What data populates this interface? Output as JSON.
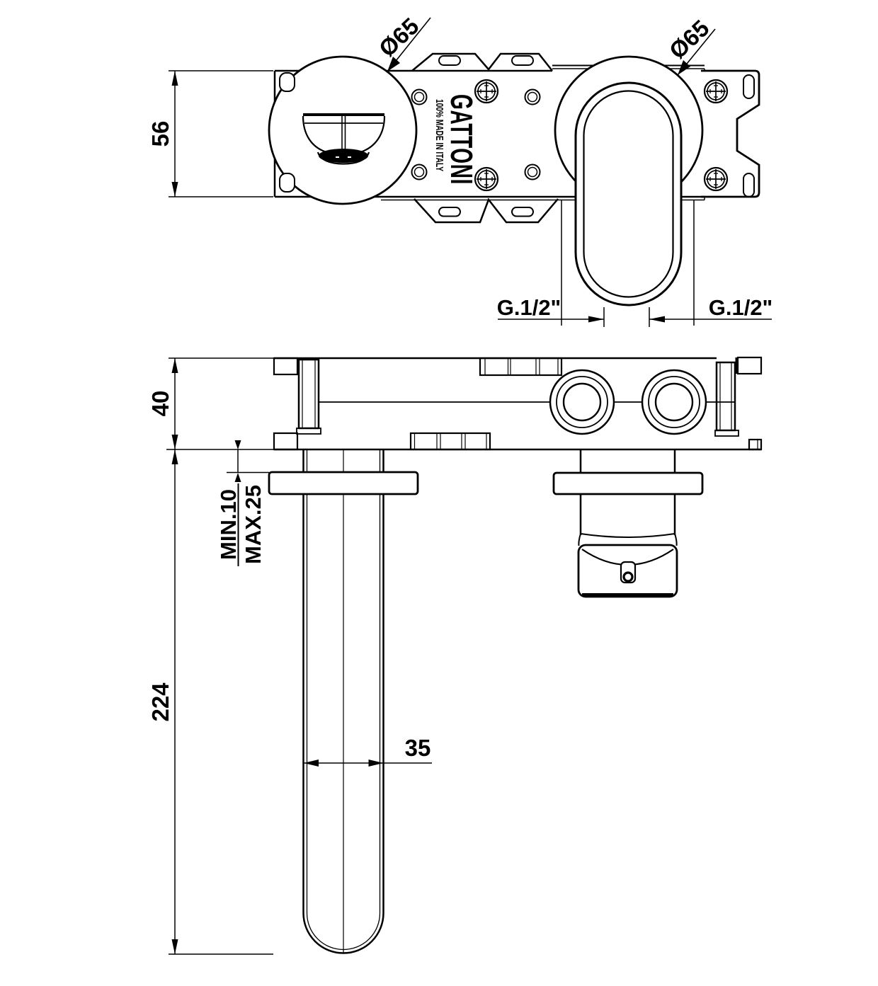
{
  "brand": {
    "logo": "GATTONI",
    "made_in": "100% MADE IN ITALY"
  },
  "front_view": {
    "plate_height": "56",
    "spout_escutcheon_diameter": "Ø65",
    "handle_escutcheon_diameter": "Ø65",
    "left_inlet_thread": "G.1/2\"",
    "right_inlet_thread": "G.1/2\""
  },
  "plan_view": {
    "body_depth": "40",
    "wall_cover_min": "MIN.10",
    "wall_cover_max": "MAX.25",
    "spout_projection": "224",
    "spout_width": "35"
  }
}
